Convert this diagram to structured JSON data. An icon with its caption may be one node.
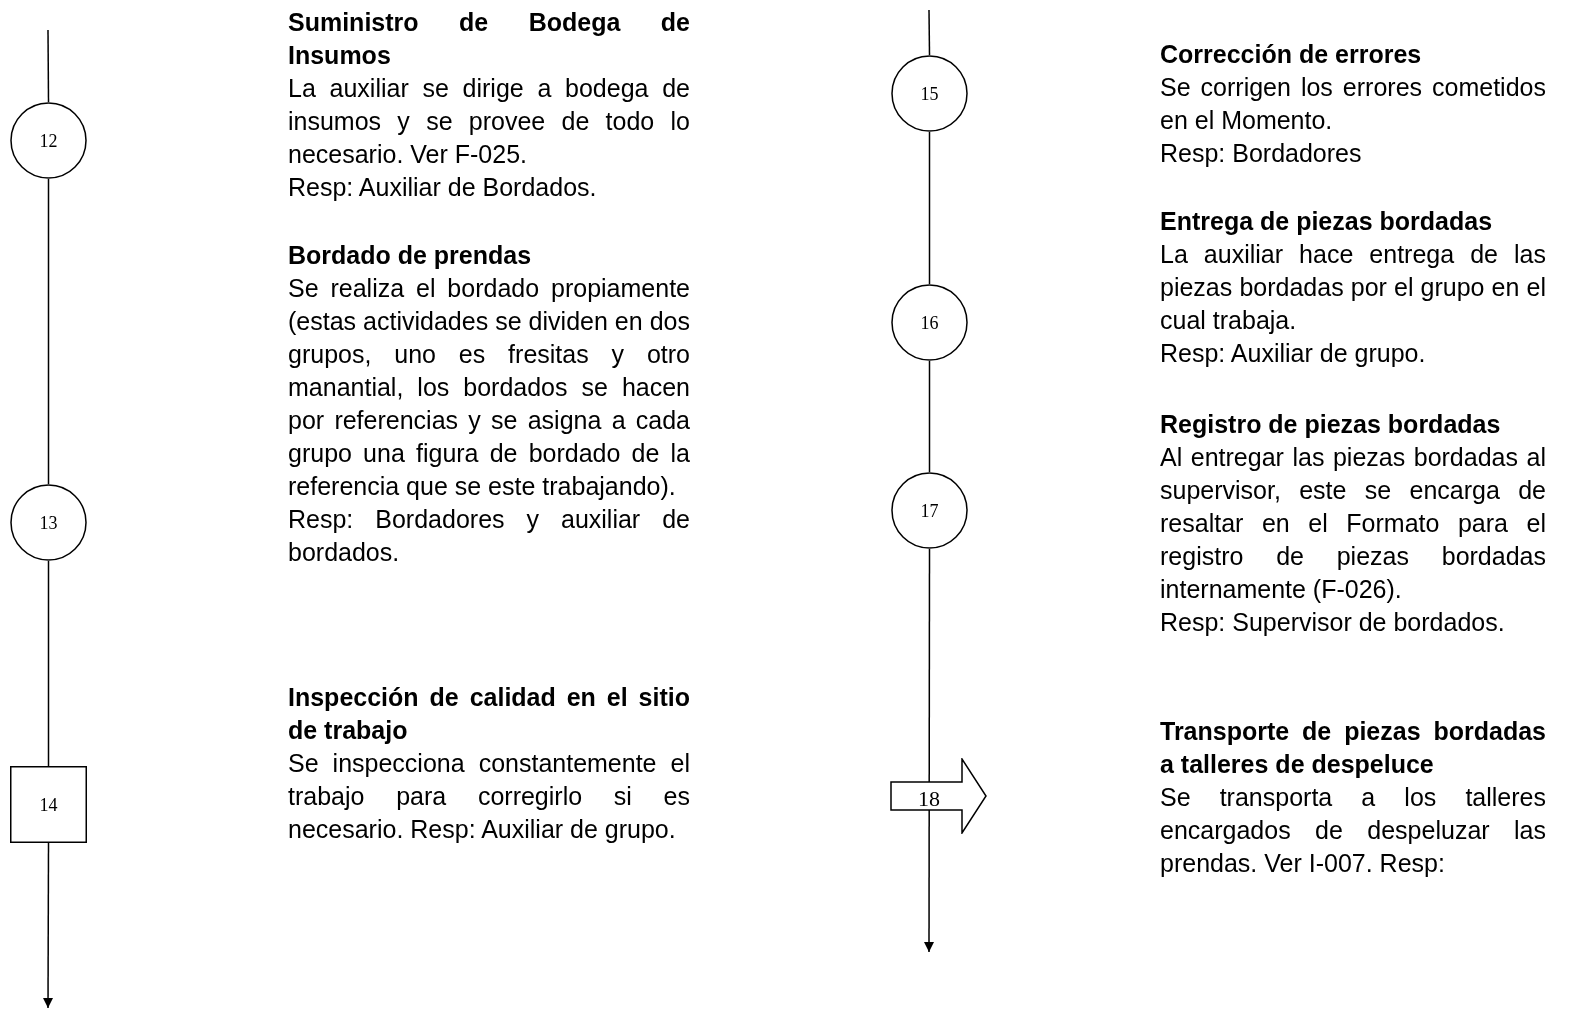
{
  "diagram": {
    "nodes": [
      {
        "text": [
          "12"
        ],
        "beside": [
          "Suministro de Bodega de Insumos",
          "La auxiliar se dirige a bodega de insumos y se provee de todo lo necesario. Ver F-025.",
          "Resp: Auxiliar de Bordados."
        ]
      },
      {
        "text": [
          "13"
        ],
        "beside": [
          "Bordado de prendas",
          "Se realiza el bordado propiamente (estas actividades se dividen en dos grupos, uno es fresitas y otro manantial, los bordados se hacen por referencias y se asigna a cada grupo una figura de bordado de la referencia que se este trabajando).",
          "Resp: Bordadores y auxiliar de bordados."
        ]
      },
      {
        "text": [
          "14"
        ],
        "beside": [
          "Inspección de calidad en el sitio de trabajo",
          "Se inspecciona constantemente el trabajo para corregirlo si es necesario. Resp: Auxiliar de grupo."
        ]
      },
      {
        "text": [
          "15"
        ],
        "beside": [
          "Corrección de errores",
          "Se corrigen los errores cometidos en el Momento.",
          "Resp: Bordadores"
        ]
      },
      {
        "text": [
          "16"
        ],
        "beside": [
          "Entrega de piezas bordadas",
          "La auxiliar hace entrega de las piezas bordadas por el grupo en el cual trabaja.",
          "Resp: Auxiliar de grupo."
        ]
      },
      {
        "text": [
          "17"
        ],
        "beside": [
          "Registro de piezas bordadas",
          "Al entregar las piezas bordadas al supervisor, este se encarga de resaltar en el Formato para el registro de piezas bordadas internamente (F-026).",
          "Resp: Supervisor de bordados."
        ]
      },
      {
        "text": [
          "18"
        ],
        "beside": [
          "Transporte de piezas bordadas a talleres de despeluce",
          "Se transporta a los talleres encargados de despeluzar las prendas. Ver I-007. Resp:"
        ]
      }
    ],
    "edges": [
      {
        "from": null,
        "to": 0,
        "arrow": "none"
      },
      {
        "from": 0,
        "to": 1,
        "arrow": "none"
      },
      {
        "from": 1,
        "to": 2,
        "arrow": "none"
      },
      {
        "from": 2,
        "to": null,
        "arrow": "to"
      },
      {
        "from": null,
        "to": 3,
        "arrow": "none"
      },
      {
        "from": 3,
        "to": 4,
        "arrow": "none"
      },
      {
        "from": 4,
        "to": 5,
        "arrow": "none"
      },
      {
        "from": 5,
        "to": null,
        "arrow": "to"
      }
    ]
  }
}
